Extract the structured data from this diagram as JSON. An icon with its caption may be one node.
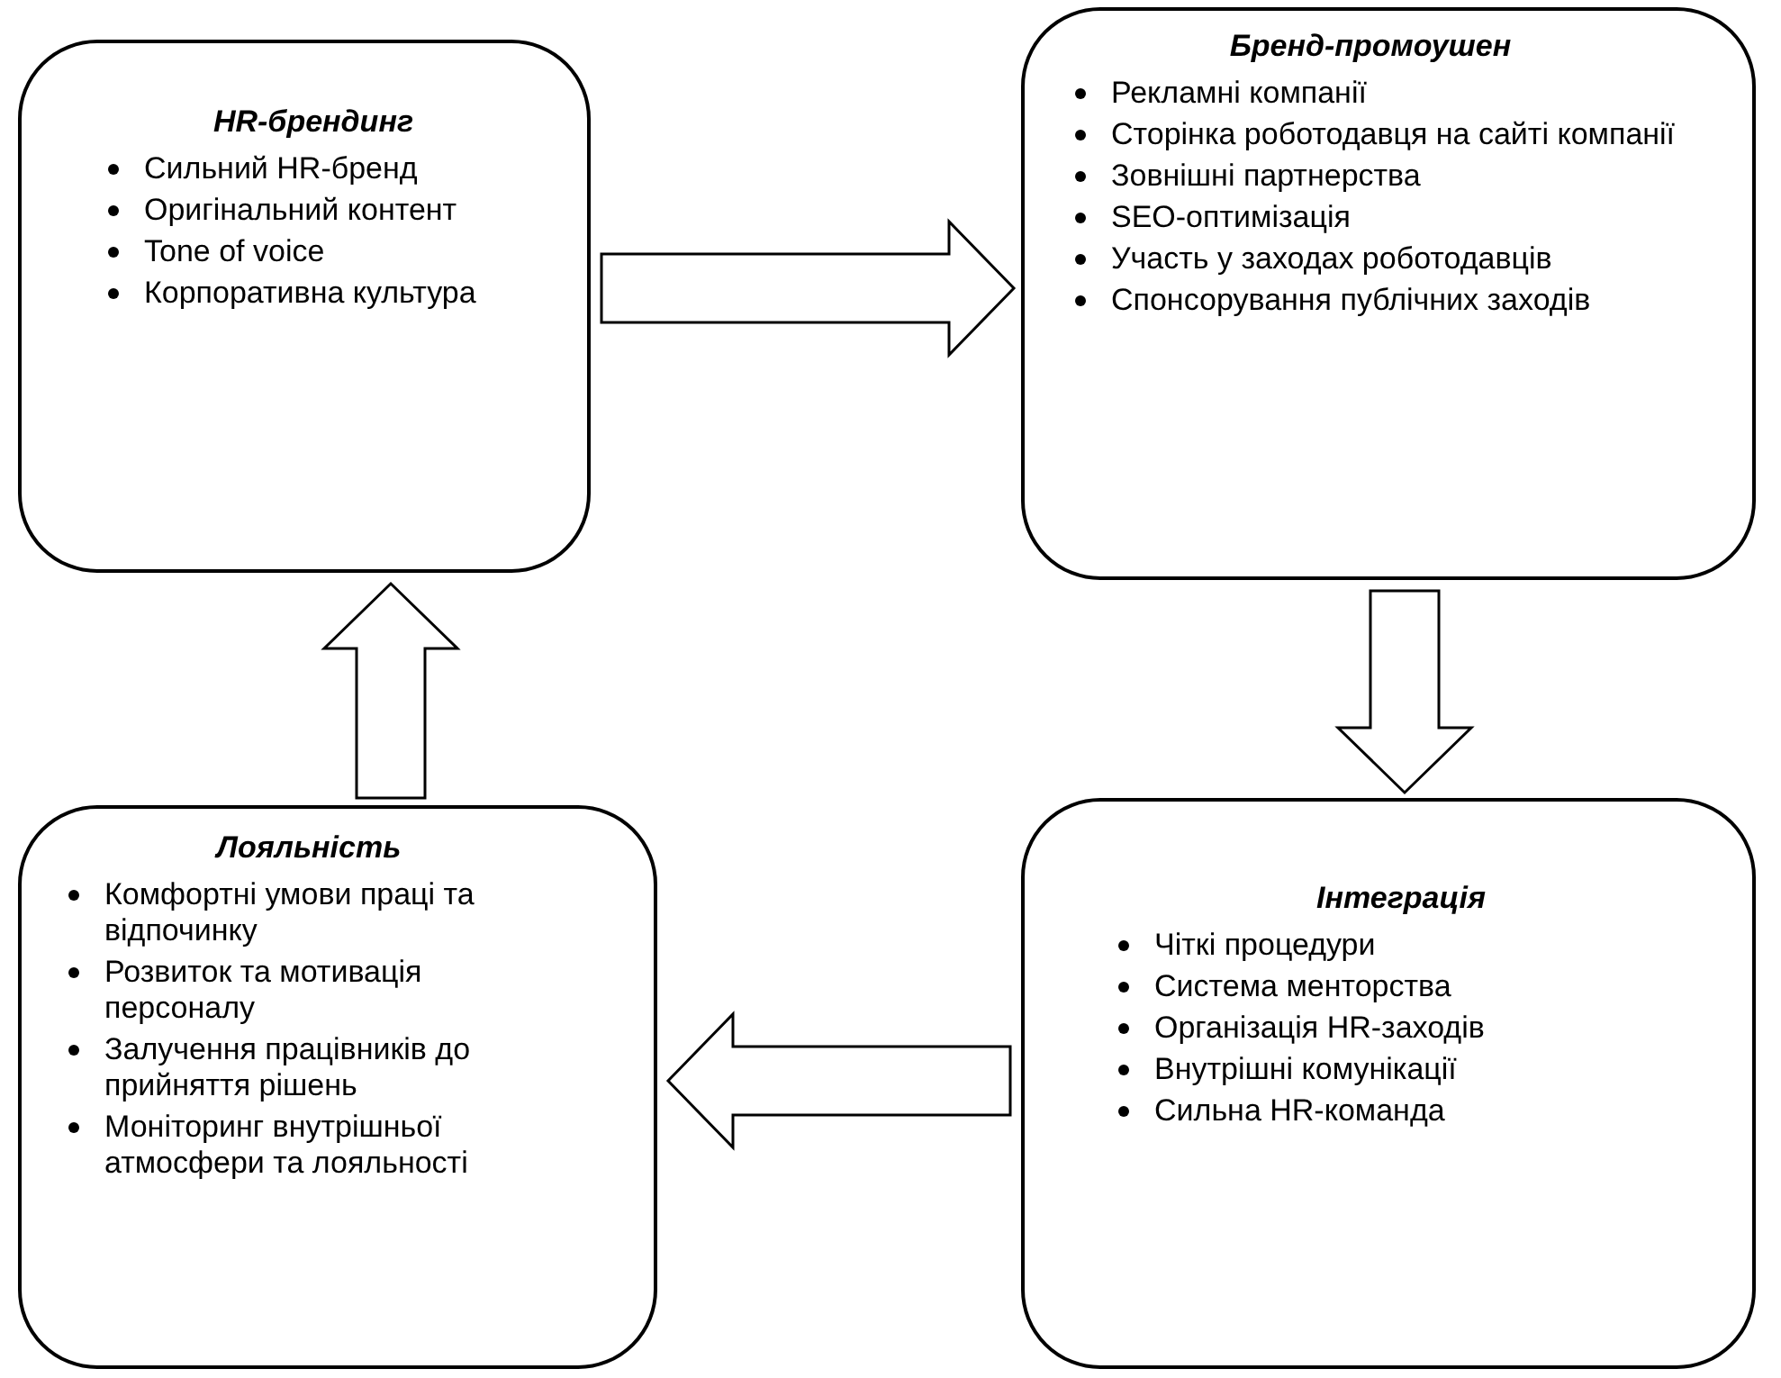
{
  "diagram": {
    "nodes": [
      {
        "text": [
          "HR-брендинг",
          "Сильний HR-бренд",
          "Оригінальний контент",
          "Tone of voice",
          "Корпоративна культура"
        ]
      },
      {
        "text": [
          "Бренд-промоушен",
          "Рекламні компанії",
          "Сторінка роботодавця на сайті компанії",
          "Зовнішні партнерства",
          "SEO-оптимізація",
          "Участь у заходах роботодавців",
          "Спонсорування публічних заходів"
        ]
      },
      {
        "text": [
          "Інтеграція",
          "Чіткі процедури",
          "Система менторства",
          "Організація HR-заходів",
          "Внутрішні комунікації",
          "Сильна HR-команда"
        ]
      },
      {
        "text": [
          "Лояльність",
          "Комфортні умови праці та відпочинку",
          "Розвиток та мотивація персоналу",
          "Залучення працівників до прийняття рішень",
          "Моніторинг внутрішньої атмосфери та лояльності"
        ]
      }
    ],
    "edges": [
      {
        "from": 0,
        "to": 1,
        "arrow": "to"
      },
      {
        "from": 1,
        "to": 2,
        "arrow": "to"
      },
      {
        "from": 2,
        "to": 3,
        "arrow": "to"
      },
      {
        "from": 3,
        "to": 0,
        "arrow": "to"
      }
    ]
  }
}
